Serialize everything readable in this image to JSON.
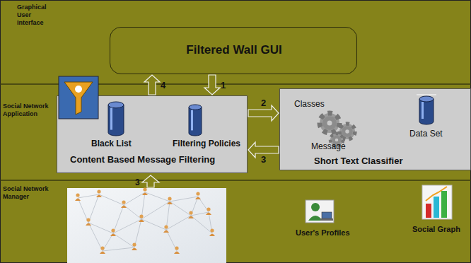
{
  "diagram": {
    "nodes": [
      {
        "text": [
          "Filtered Wall GUI"
        ]
      },
      {
        "text": [
          "Black List",
          "Filtering Policies",
          "Content Based Message Filtering"
        ]
      },
      {
        "text": [
          "Classes",
          "Message",
          "Data Set",
          "Short Text Classifier"
        ]
      }
    ],
    "edges": [
      {
        "from": 0,
        "to": 1,
        "arrow": "to",
        "label": "1"
      },
      {
        "from": 1,
        "to": 0,
        "arrow": "to",
        "label": "4"
      },
      {
        "from": 1,
        "to": 2,
        "arrow": "to",
        "label": "2"
      },
      {
        "from": 2,
        "to": 1,
        "arrow": "to",
        "label": "3"
      }
    ],
    "labels": [
      "Graphical User Interface",
      "Social Network Application",
      "Social Network Manager",
      "3",
      "User's Profiles",
      "Social Graph"
    ]
  }
}
